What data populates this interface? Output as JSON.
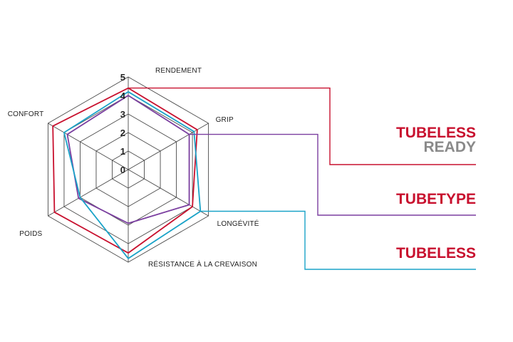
{
  "chart_data": {
    "type": "radar",
    "axes": [
      "RENDEMENT",
      "GRIP",
      "LONGÉVITÉ",
      "RÉSISTANCE À LA CREVAISON",
      "POIDS",
      "CONFORT"
    ],
    "ticks": [
      "0",
      "1",
      "2",
      "3",
      "4",
      "5"
    ],
    "rlim": [
      0,
      5
    ],
    "grid": true,
    "legend_position": "right",
    "series": [
      {
        "name_lines": [
          "TUBELESS",
          "READY"
        ],
        "color": "#c8102e",
        "name_colors": [
          "#c8102e",
          "#8a8a8a"
        ],
        "values": [
          4.4,
          4.3,
          4.0,
          4.5,
          4.6,
          4.7
        ]
      },
      {
        "name_lines": [
          "TUBETYPE"
        ],
        "color": "#7b3fa0",
        "name_colors": [
          "#c8102e"
        ],
        "values": [
          4.0,
          3.8,
          3.8,
          2.9,
          3.1,
          3.8
        ]
      },
      {
        "name_lines": [
          "TUBELESS"
        ],
        "color": "#1aa3c8",
        "name_colors": [
          "#c8102e"
        ],
        "values": [
          4.2,
          4.1,
          4.5,
          4.8,
          3.0,
          4.0
        ]
      }
    ]
  }
}
